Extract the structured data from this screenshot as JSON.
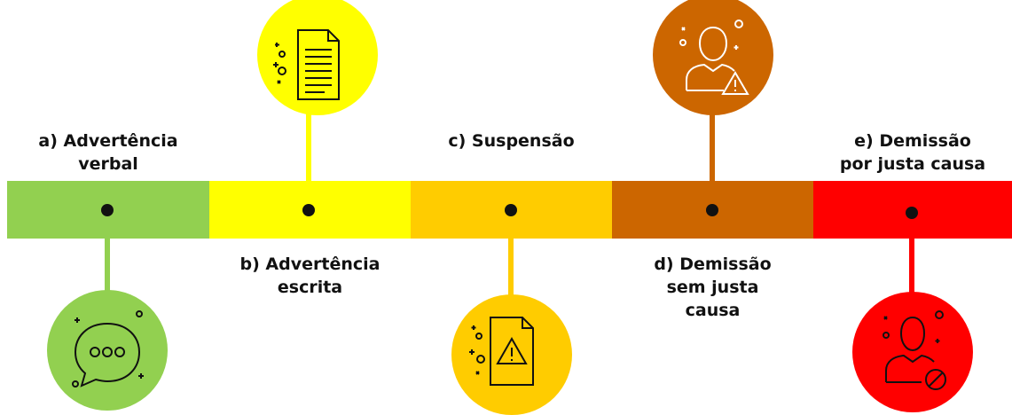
{
  "stages": [
    {
      "id": "a",
      "label": "a) Advertência\nverbal",
      "color": "#92d050",
      "icon": "chat-bubble-icon"
    },
    {
      "id": "b",
      "label": "b) Advertência\nescrita",
      "color": "#ffff00",
      "icon": "document-icon"
    },
    {
      "id": "c",
      "label": "c) Suspensão",
      "color": "#ffcc00",
      "icon": "document-warning-icon"
    },
    {
      "id": "d",
      "label": "d) Demissão\nsem justa\ncausa",
      "color": "#cc6600",
      "icon": "person-warning-icon"
    },
    {
      "id": "e",
      "label": "e) Demissão\npor justa causa",
      "color": "#ff0000",
      "icon": "person-blocked-icon"
    }
  ]
}
